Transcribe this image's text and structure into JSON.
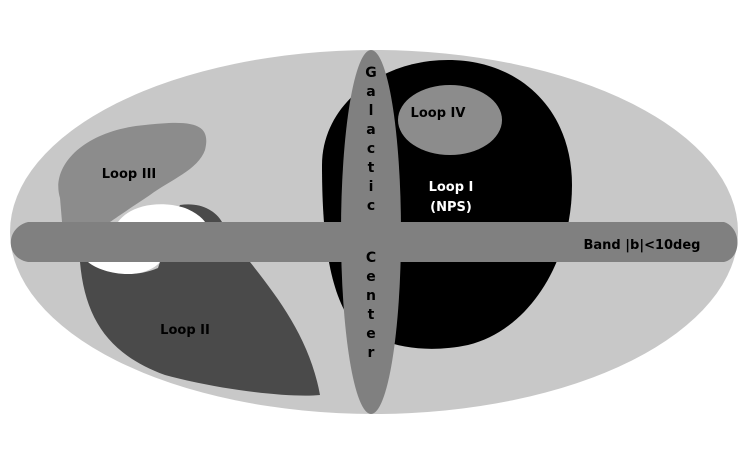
{
  "diagram": {
    "labels": {
      "loop_iv": "Loop IV",
      "loop_iii": "Loop III",
      "loop_i_line1": "Loop I",
      "loop_i_line2": "(NPS)",
      "loop_ii": "Loop II",
      "band": "Band |b|<10deg",
      "galactic": "Galactic",
      "center": "Center"
    },
    "colors": {
      "sky": "#c8c8c8",
      "band": "#808080",
      "loop_i": "#000000",
      "loop_ii": "#4a4a4a",
      "loop_iii": "#8c8c8c",
      "loop_iv": "#8c8c8c",
      "hole": "#ffffff"
    }
  }
}
